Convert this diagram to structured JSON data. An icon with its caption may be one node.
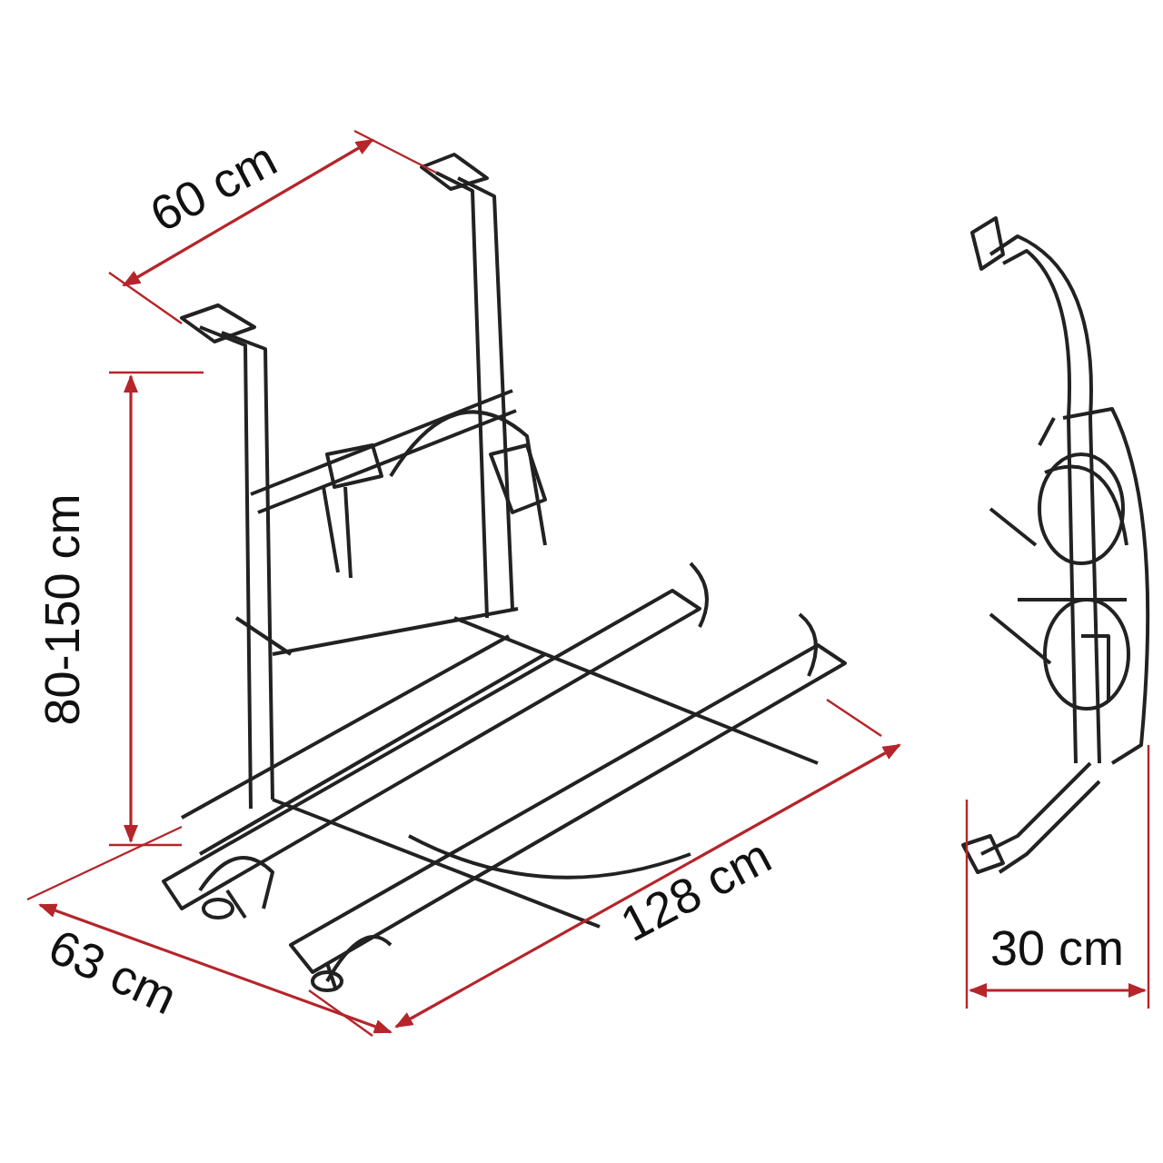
{
  "diagram": {
    "labels": [
      "60 cm",
      "80-150 cm",
      "63 cm",
      "128 cm",
      "30 cm"
    ]
  }
}
